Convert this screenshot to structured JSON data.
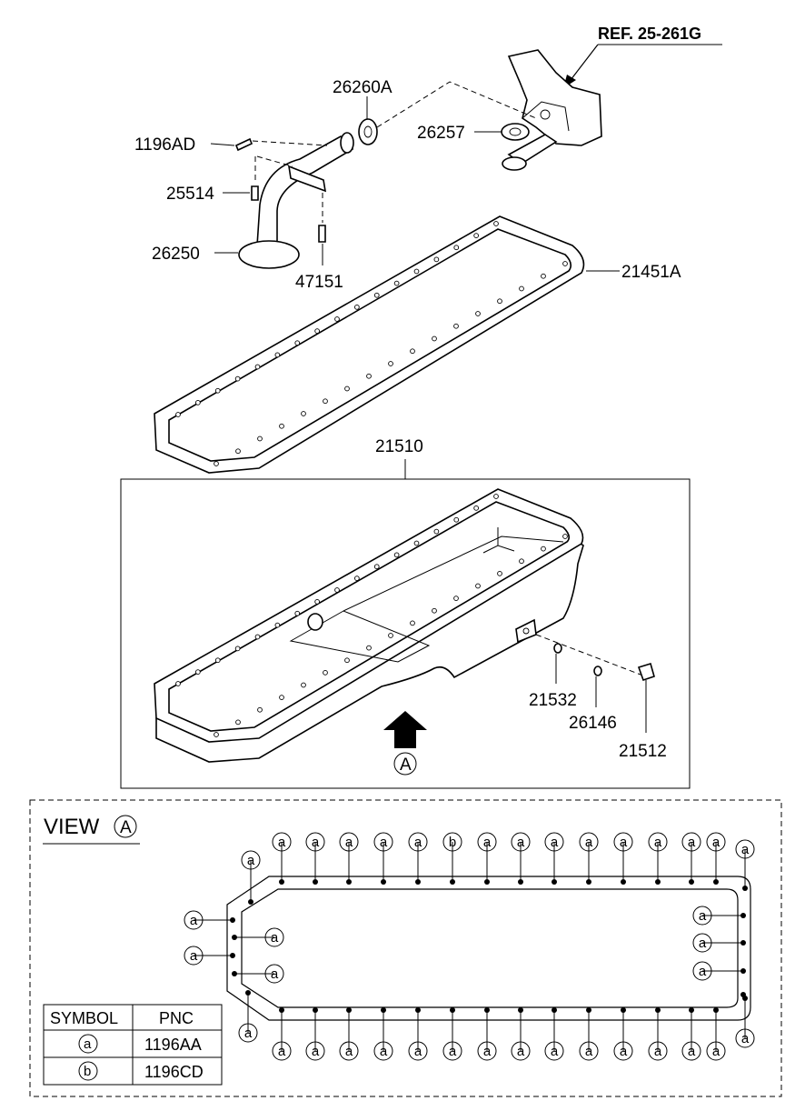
{
  "callouts": {
    "ref": "REF. 25-261G",
    "p26260A": "26260A",
    "p26257": "26257",
    "p1196AD": "1196AD",
    "p25514": "25514",
    "p26250": "26250",
    "p47151": "47151",
    "p21451A": "21451A",
    "p21510": "21510",
    "p21532": "21532",
    "p26146": "26146",
    "p21512": "21512",
    "view_ref": "A"
  },
  "view": {
    "title": "VIEW",
    "circle_letter": "A",
    "symbol_a": "a",
    "symbol_b": "b"
  },
  "legend_table": {
    "headers": [
      "SYMBOL",
      "PNC"
    ],
    "rows": [
      {
        "symbol": "a",
        "pnc": "1196AA"
      },
      {
        "symbol": "b",
        "pnc": "1196CD"
      }
    ]
  },
  "top_row_symbols": [
    "a",
    "a",
    "a",
    "a",
    "a",
    "b",
    "a",
    "a",
    "a",
    "a",
    "a",
    "a",
    "a",
    "a"
  ],
  "bottom_row_symbols": [
    "a",
    "a",
    "a",
    "a",
    "a",
    "a",
    "a",
    "a",
    "a",
    "a",
    "a",
    "a",
    "a",
    "a"
  ]
}
